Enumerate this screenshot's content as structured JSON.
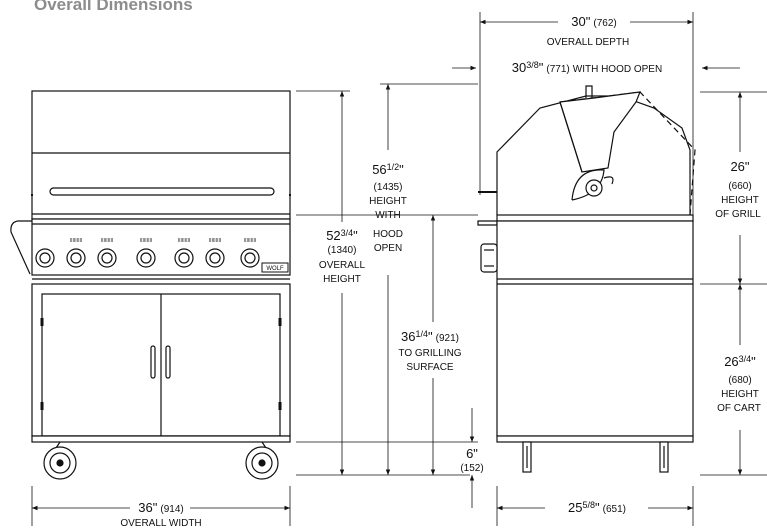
{
  "title": "Overall Dimensions",
  "front_view": {
    "knob_labels": [
      "IIIIIIIII",
      "IIIIIIIII",
      "IIIIIIIII",
      "IIIIIIIII",
      "IIIIIIIII",
      "IIIIIIIII"
    ],
    "brand": "WOLF"
  },
  "dimensions": {
    "overall_width": {
      "value": "36\"",
      "metric": "(914)",
      "label": "OVERALL WIDTH"
    },
    "overall_height": {
      "whole": "52",
      "frac": "3/4",
      "unit": "\"",
      "metric": "(1340)",
      "line1": "OVERALL",
      "line2": "HEIGHT"
    },
    "height_hood_open": {
      "whole": "56",
      "frac": "1/2",
      "unit": "\"",
      "metric": "(1435)",
      "line1": "HEIGHT",
      "line2": "WITH",
      "line3": "HOOD",
      "line4": "OPEN"
    },
    "grilling_surface": {
      "whole": "36",
      "frac": "1/4",
      "unit": "\"",
      "metric": "(921)",
      "line1": "TO GRILLING",
      "line2": "SURFACE"
    },
    "caster_height": {
      "value": "6\"",
      "metric": "(152)"
    },
    "overall_depth": {
      "value": "30\"",
      "metric": "(762)",
      "label": "OVERALL DEPTH"
    },
    "depth_hood_open": {
      "whole": "30",
      "frac": "3/8",
      "unit": "\"",
      "metric": "(771)",
      "label": "WITH HOOD OPEN"
    },
    "cart_depth": {
      "whole": "25",
      "frac": "5/8",
      "unit": "\"",
      "metric": "(651)"
    },
    "grill_height": {
      "value": "26\"",
      "metric": "(660)",
      "line1": "HEIGHT",
      "line2": "OF GRILL"
    },
    "cart_height": {
      "whole": "26",
      "frac": "3/4",
      "unit": "\"",
      "metric": "(680)",
      "line1": "HEIGHT",
      "line2": "OF CART"
    }
  }
}
